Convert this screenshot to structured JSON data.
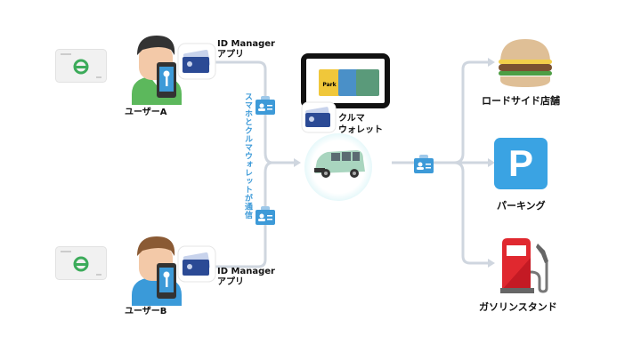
{
  "users": [
    {
      "label": "ユーザーA",
      "app_label_line1": "ID Manager",
      "app_label_line2": "アプリ",
      "shirt_color": "#5cb85c",
      "hair_color": "#333333"
    },
    {
      "label": "ユーザーB",
      "app_label_line1": "ID Manager",
      "app_label_line2": "アプリ",
      "shirt_color": "#3a9ad9",
      "hair_color": "#8a5a34"
    }
  ],
  "connector_text": "スマホとクルマウォレットが通信",
  "car_wallet": {
    "label_line1": "クルマ",
    "label_line2": "ウォレット",
    "screen_cards": [
      "Park",
      "",
      ""
    ]
  },
  "destinations": [
    {
      "label": "ロードサイド店舗",
      "icon": "burger-icon"
    },
    {
      "label": "パーキング",
      "icon": "parking-icon",
      "glyph": "P"
    },
    {
      "label": "ガソリンスタンド",
      "icon": "gas-pump-icon"
    }
  ],
  "colors": {
    "line": "#cfd6df",
    "accent_blue": "#3d9ad8",
    "parking_blue": "#3aa3e3",
    "gas_red": "#e0282f"
  }
}
